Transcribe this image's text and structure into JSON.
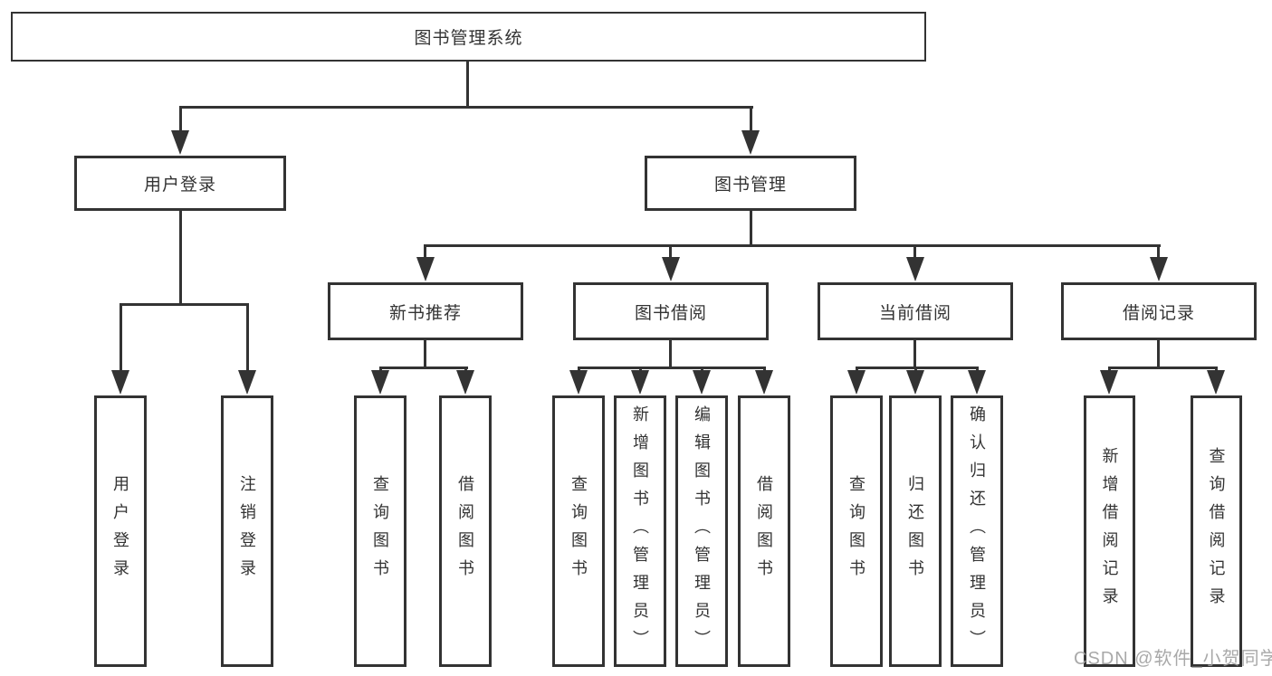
{
  "title": "图书管理系统",
  "level2": [
    {
      "label": "用户登录"
    },
    {
      "label": "图书管理"
    }
  ],
  "level3": [
    {
      "label": "新书推荐"
    },
    {
      "label": "图书借阅"
    },
    {
      "label": "当前借阅"
    },
    {
      "label": "借阅记录"
    }
  ],
  "leaves": {
    "user": [
      "用户登录",
      "注销登录"
    ],
    "recommend": [
      "查询图书",
      "借阅图书"
    ],
    "borrow": [
      "查询图书",
      "新增图书（管理员）",
      "编辑图书（管理员）",
      "借阅图书"
    ],
    "current": [
      "查询图书",
      "归还图书",
      "确认归还（管理员）"
    ],
    "history": [
      "新增借阅记录",
      "查询借阅记录"
    ]
  },
  "watermark": "CSDN @软件_小贺同学",
  "colors": {
    "line": "#333333",
    "text": "#333333",
    "watermark": "#a0a0a0",
    "background": "#ffffff"
  }
}
